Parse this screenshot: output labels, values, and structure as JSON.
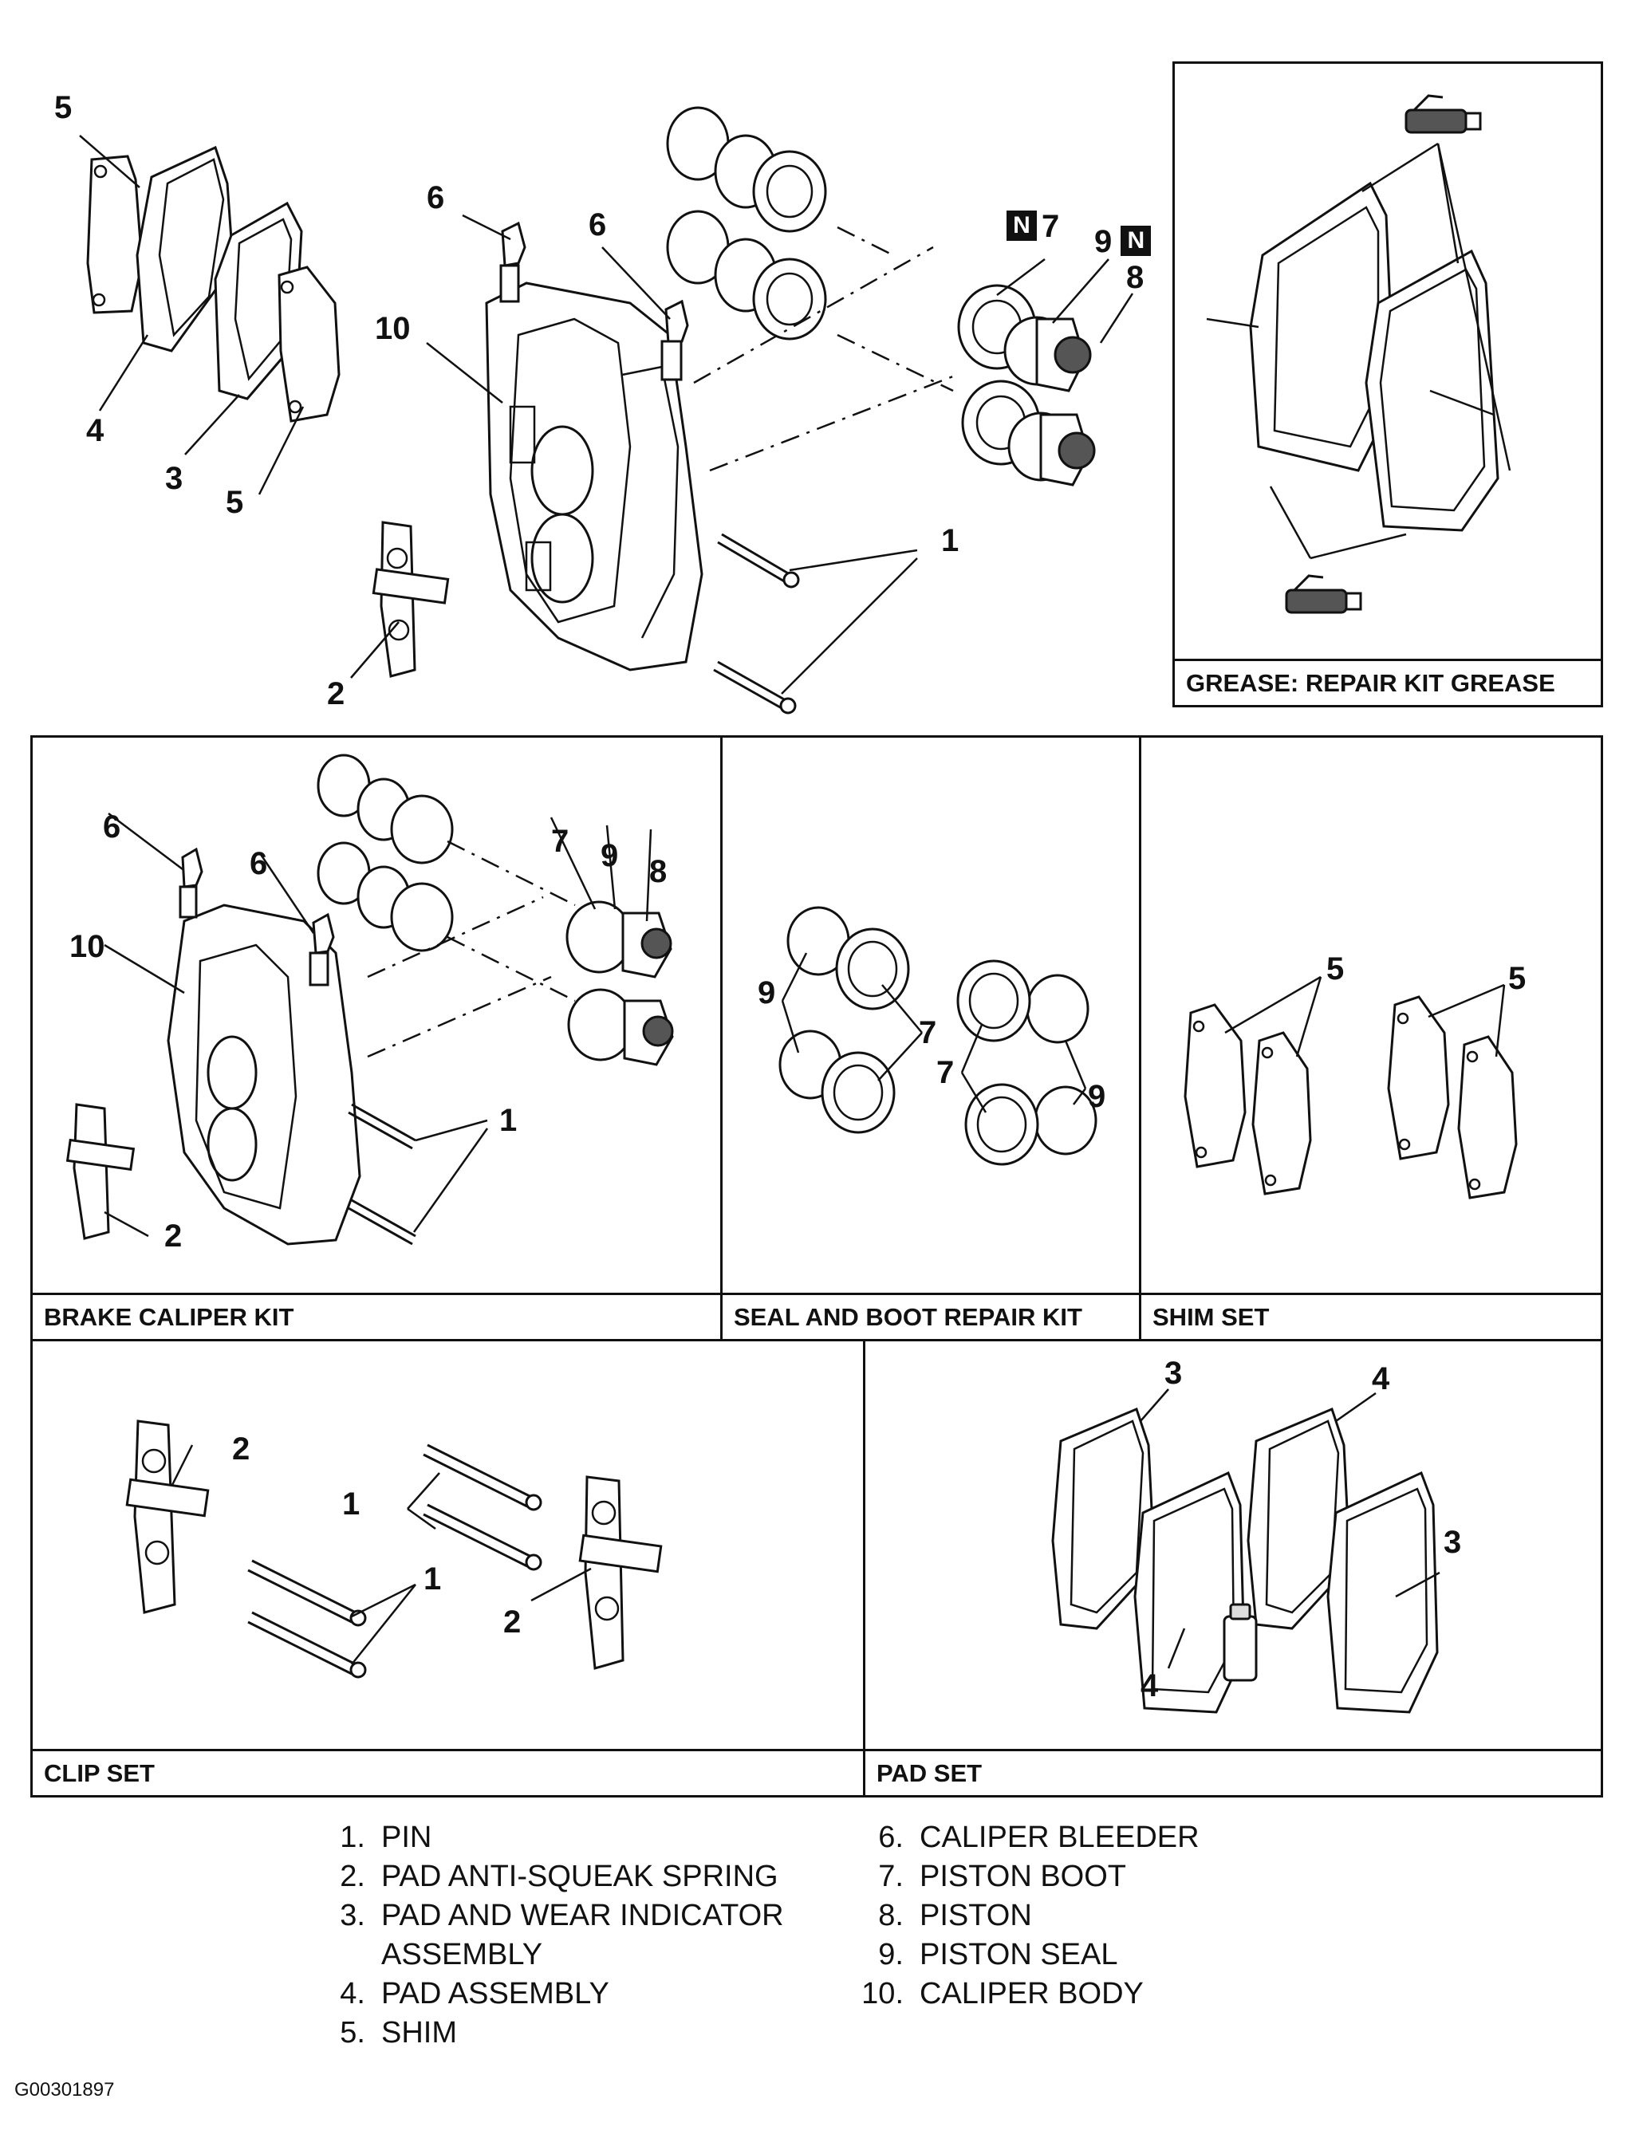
{
  "callouts": {
    "pin": "1",
    "spring": "2",
    "pad_wear": "3",
    "pad": "4",
    "shim": "5",
    "bleeder": "6",
    "boot": "7",
    "piston": "8",
    "seal": "9",
    "body": "10"
  },
  "marks": {
    "new_part": "N"
  },
  "panels": {
    "grease": "GREASE: REPAIR KIT GREASE",
    "brake_caliper_kit": "BRAKE CALIPER KIT",
    "seal_boot_kit": "SEAL AND BOOT REPAIR KIT",
    "shim_set": "SHIM SET",
    "clip_set": "CLIP SET",
    "pad_set": "PAD SET"
  },
  "legend": {
    "left": [
      {
        "num": "1.",
        "text": "PIN"
      },
      {
        "num": "2.",
        "text": "PAD ANTI-SQUEAK SPRING"
      },
      {
        "num": "3.",
        "text": "PAD AND WEAR INDICATOR"
      },
      {
        "num": "",
        "text": "ASSEMBLY"
      },
      {
        "num": "4.",
        "text": "PAD ASSEMBLY"
      },
      {
        "num": "5.",
        "text": "SHIM"
      }
    ],
    "right": [
      {
        "num": "6.",
        "text": "CALIPER BLEEDER"
      },
      {
        "num": "7.",
        "text": "PISTON BOOT"
      },
      {
        "num": "8.",
        "text": "PISTON"
      },
      {
        "num": "9.",
        "text": "PISTON SEAL"
      },
      {
        "num": "10.",
        "text": "CALIPER BODY"
      }
    ]
  },
  "figure_id": "G00301897",
  "colors": {
    "ink": "#111111",
    "paper": "#ffffff"
  }
}
